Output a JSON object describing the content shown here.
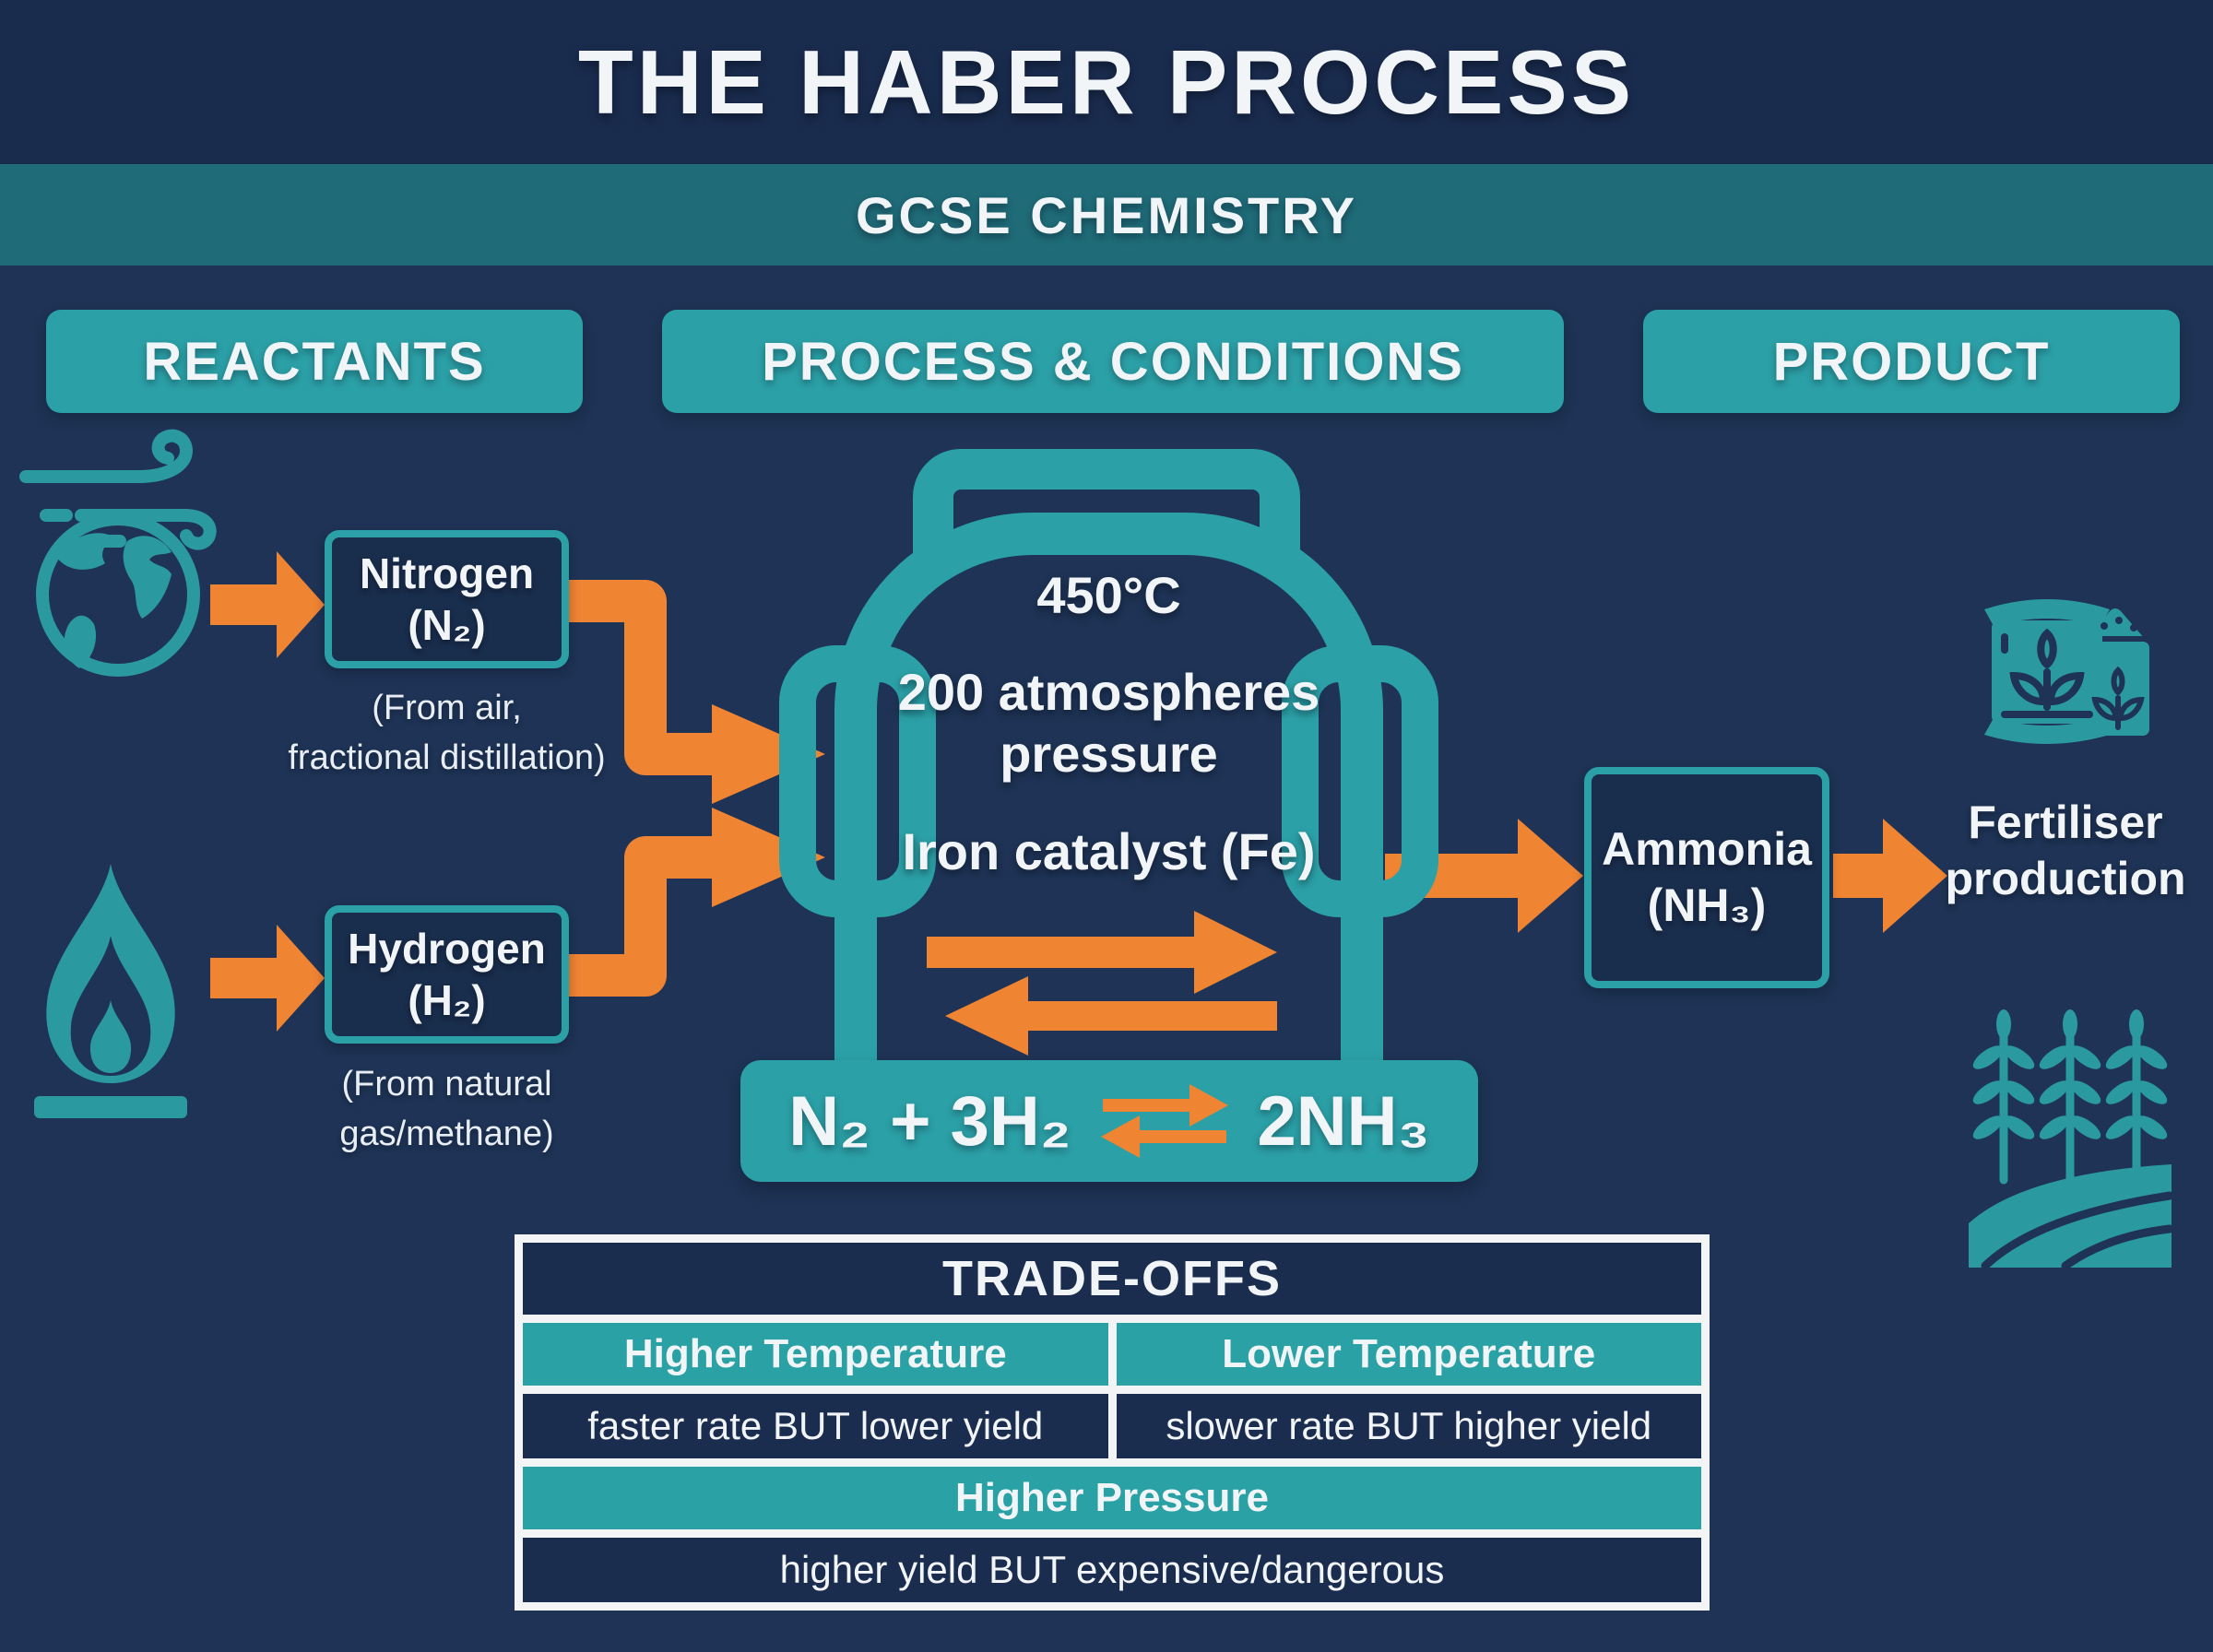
{
  "title": "THE HABER PROCESS",
  "subtitle": "GCSE CHEMISTRY",
  "headers": {
    "reactants": "REACTANTS",
    "process": "PROCESS & CONDITIONS",
    "product": "PRODUCT"
  },
  "nitrogen": {
    "name": "Nitrogen",
    "formula": "(N₂)",
    "source_line1": "(From air,",
    "source_line2": "fractional distillation)"
  },
  "hydrogen": {
    "name": "Hydrogen",
    "formula": "(H₂)",
    "source_line1": "(From natural",
    "source_line2": "gas/methane)"
  },
  "conditions": {
    "temperature": "450°C",
    "pressure": "200 atmospheres pressure",
    "catalyst": "Iron catalyst (Fe)"
  },
  "equation": {
    "reactants": "N₂ + 3H₂",
    "products": "2NH₃"
  },
  "ammonia": {
    "name": "Ammonia",
    "formula": "(NH₃)"
  },
  "product_use": {
    "line1": "Fertiliser",
    "line2": "production"
  },
  "tradeoffs": {
    "title": "TRADE-OFFS",
    "higher_temp": {
      "header": "Higher Temperature",
      "value": "faster rate BUT lower yield"
    },
    "lower_temp": {
      "header": "Lower Temperature",
      "value": "slower rate BUT higher yield"
    },
    "higher_pressure": {
      "header": "Higher Pressure",
      "value": "higher yield BUT expensive/dangerous"
    }
  },
  "icons": [
    "earth-wind-icon",
    "flame-icon",
    "reactor-vessel",
    "equilibrium-arrows-icon",
    "fertiliser-bags-icon",
    "field-crops-icon"
  ],
  "colors": {
    "background_navy": "#1e3355",
    "title_navy": "#1a2c4e",
    "band_teal": "#1f6b78",
    "accent_teal": "#2ba0a6",
    "table_navy": "#1b2d4f",
    "arrow_orange": "#ef8433",
    "text_white": "#f2f5f8"
  }
}
